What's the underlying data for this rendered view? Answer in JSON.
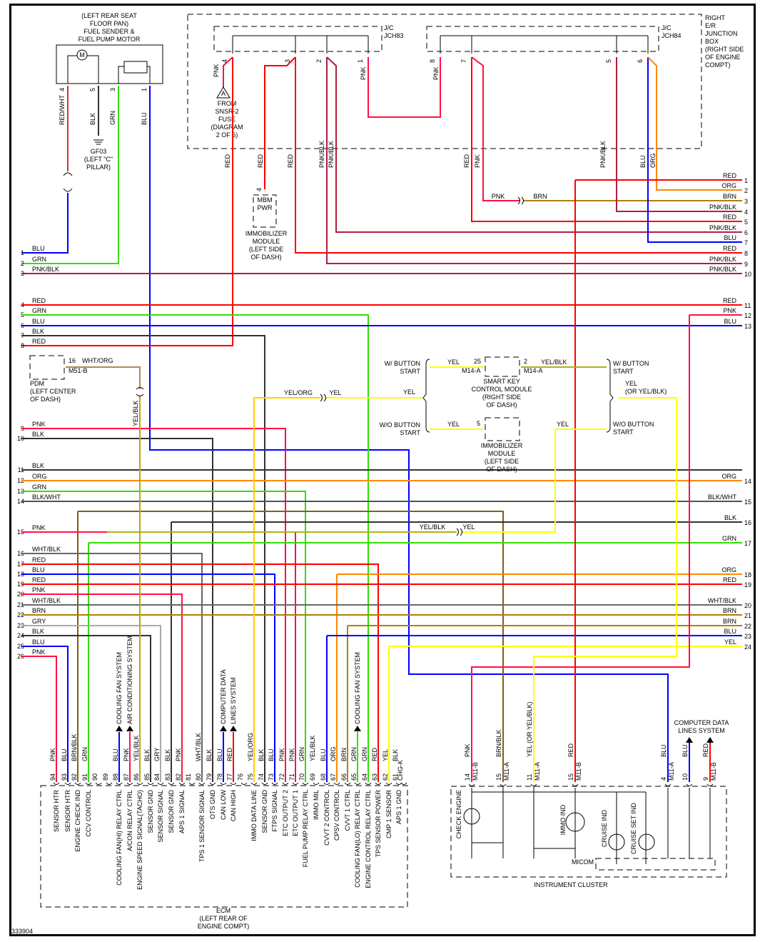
{
  "diagram_id": "333904",
  "colors": {
    "RED": "#ff0000",
    "PNK": "#ff1144",
    "BLU": "#0000ff",
    "GRN": "#33dd00",
    "BLK": "#333333",
    "ORG": "#ff8800",
    "BRN": "#b08000",
    "YEL": "#ffff00",
    "GRY": "#aaaaaa",
    "WHT": "#888888"
  },
  "components": {
    "fuel_pump": {
      "lines": [
        "(LEFT REAR SEAT",
        "FLOOR PAN)",
        "FUEL SENDER &",
        "FUEL PUMP MOTOR"
      ],
      "motor": "M"
    },
    "ground": {
      "lines": [
        "GF03",
        "(LEFT \"C\"",
        "PILLAR)"
      ]
    },
    "fuse_ref": {
      "symbol": "A",
      "lines": [
        "FROM",
        "SNSR-2",
        "FUSE",
        "(DIAGRAM",
        "2 OF 5)"
      ]
    },
    "jch83": {
      "lines": [
        "J/C",
        "JCH83"
      ]
    },
    "jch84": {
      "lines": [
        "J/C",
        "JCH84"
      ]
    },
    "junction_box": {
      "lines": [
        "RIGHT",
        "E/R",
        "JUNCTION",
        "BOX",
        "(RIGHT SIDE",
        "OF ENGINE",
        "COMPT)"
      ]
    },
    "mbm": {
      "pin": "4",
      "lines": [
        "MBM",
        "PWR"
      ],
      "caption": [
        "IMMOBILIZER",
        "MODULE",
        "(LEFT SIDE",
        "OF DASH)"
      ]
    },
    "pdm": {
      "pin": "16",
      "wire": "WHT/ORG",
      "conn": "M51-B",
      "caption": [
        "PDM",
        "(LEFT CENTER",
        "OF DASH)"
      ]
    },
    "smart_key": {
      "pin_in": "25",
      "pin_out": "2",
      "conn": "M14-A",
      "caption": [
        "SMART KEY",
        "CONTROL MODULE",
        "(RIGHT SIDE",
        "OF DASH)"
      ]
    },
    "immobilizer2": {
      "pin": "5",
      "caption": [
        "IMMOBILIZER",
        "MODULE",
        "(LEFT SIDE",
        "OF DASH)"
      ]
    },
    "option_left": {
      "with": [
        "W/ BUTTON",
        "START"
      ],
      "without": [
        "W/O BUTTON",
        "START"
      ],
      "wire": "YEL"
    },
    "option_right": {
      "with": [
        "W/ BUTTON",
        "START"
      ],
      "without": [
        "W/O BUTTON",
        "START"
      ],
      "wire": [
        "YEL",
        "(OR YEL/BLK)"
      ]
    },
    "ecm": {
      "caption": [
        "ECM",
        "(LEFT REAR OF",
        "ENGINE COMPT)"
      ]
    },
    "cluster": {
      "caption": "INSTRUMENT CLUSTER",
      "micom": "MICOM",
      "indicators": [
        "CHECK ENGINE",
        "IMMO IND",
        "CRUISE IND",
        "CRUISE SET IND"
      ]
    }
  },
  "upper_wires": [
    {
      "pin": "4",
      "color": "RED/WHT",
      "where": "fuel pump"
    },
    {
      "pin": "5",
      "color": "BLK",
      "where": "fuel pump"
    },
    {
      "pin": "3",
      "color": "GRN",
      "where": "fuel pump"
    },
    {
      "pin": "1",
      "color": "BLU",
      "where": "fuel pump"
    }
  ],
  "left_rows": [
    {
      "n": "1",
      "c": "BLU"
    },
    {
      "n": "2",
      "c": "GRN"
    },
    {
      "n": "3",
      "c": "PNK/BLK"
    },
    {
      "n": "4",
      "c": "RED"
    },
    {
      "n": "5",
      "c": "GRN"
    },
    {
      "n": "6",
      "c": "BLU"
    },
    {
      "n": "7",
      "c": "BLK"
    },
    {
      "n": "8",
      "c": "RED"
    },
    {
      "n": "9",
      "c": "PNK"
    },
    {
      "n": "10",
      "c": "BLK"
    },
    {
      "n": "11",
      "c": "BLK"
    },
    {
      "n": "12",
      "c": "ORG"
    },
    {
      "n": "13",
      "c": "GRN"
    },
    {
      "n": "14",
      "c": "BLK/WHT"
    },
    {
      "n": "15",
      "c": "PNK"
    },
    {
      "n": "16",
      "c": "WHT/BLK"
    },
    {
      "n": "17",
      "c": "RED"
    },
    {
      "n": "18",
      "c": "BLU"
    },
    {
      "n": "19",
      "c": "RED"
    },
    {
      "n": "20",
      "c": "PNK"
    },
    {
      "n": "21",
      "c": "WHT/BLK"
    },
    {
      "n": "22",
      "c": "BRN"
    },
    {
      "n": "23",
      "c": "GRY"
    },
    {
      "n": "24",
      "c": "BLK"
    },
    {
      "n": "25",
      "c": "BLU"
    },
    {
      "n": "26",
      "c": "PNK"
    }
  ],
  "right_rows": [
    {
      "n": "1",
      "c": "RED"
    },
    {
      "n": "2",
      "c": "ORG"
    },
    {
      "n": "3",
      "c": "BRN"
    },
    {
      "n": "4",
      "c": "PNK/BLK"
    },
    {
      "n": "5",
      "c": "RED"
    },
    {
      "n": "6",
      "c": "PNK/BLK"
    },
    {
      "n": "7",
      "c": "BLU"
    },
    {
      "n": "8",
      "c": "RED"
    },
    {
      "n": "9",
      "c": "PNK/BLK"
    },
    {
      "n": "10",
      "c": "PNK/BLK"
    },
    {
      "n": "11",
      "c": "RED"
    },
    {
      "n": "12",
      "c": "PNK"
    },
    {
      "n": "13",
      "c": "BLU"
    },
    {
      "n": "14",
      "c": "ORG"
    },
    {
      "n": "15",
      "c": "BLK/WHT"
    },
    {
      "n": "16",
      "c": "BLK"
    },
    {
      "n": "17",
      "c": "GRN"
    },
    {
      "n": "18",
      "c": "ORG"
    },
    {
      "n": "19",
      "c": "RED"
    },
    {
      "n": "20",
      "c": "WHT/BLK"
    },
    {
      "n": "21",
      "c": "BRN"
    },
    {
      "n": "22",
      "c": "BRN"
    },
    {
      "n": "23",
      "c": "BLU"
    },
    {
      "n": "24",
      "c": "YEL"
    }
  ],
  "jch83_pins": [
    {
      "pin": "4",
      "wire": "PNK"
    },
    {
      "pin": "3",
      "wire": "RED"
    },
    {
      "pin": "2",
      "wire": "PNK/BLK"
    },
    {
      "pin": "1",
      "wire": "PNK"
    }
  ],
  "jch84_pins": [
    {
      "pin": "8",
      "wire": "PNK"
    },
    {
      "pin": "7",
      "wire": "RED"
    },
    {
      "pin": "5",
      "wire": "PNK/BLK"
    },
    {
      "pin": "6",
      "wire": "BLU"
    }
  ],
  "vertical_labels": [
    "RED",
    "RED",
    "RED",
    "PNK/BLK",
    "PNK/BLK",
    "RED",
    "PNK",
    "PNK/BLK",
    "BLU",
    "ORG"
  ],
  "inline_labels": [
    {
      "a": "PNK",
      "b": "BRN"
    },
    {
      "a": "YEL/ORG",
      "b": "YEL"
    },
    {
      "a": "YEL/BLK",
      "b": "YEL"
    }
  ],
  "ecm_pins": [
    {
      "pin": "94",
      "wire": "PNK",
      "func": "SENSOR HTR"
    },
    {
      "pin": "93",
      "wire": "BLU",
      "func": "SENSOR HTR"
    },
    {
      "pin": "92",
      "wire": "BRN/BLK",
      "func": "ENGINE CHECK IND"
    },
    {
      "pin": "91",
      "wire": "GRN",
      "func": "CCV CONTROL"
    },
    {
      "pin": "90",
      "wire": "",
      "func": ""
    },
    {
      "pin": "89",
      "wire": "",
      "func": ""
    },
    {
      "pin": "88",
      "wire": "BLU",
      "func": "COOLING FAN(HI) RELAY CTRL",
      "arrow": "COOLING FAN SYSTEM"
    },
    {
      "pin": "87",
      "wire": "PNK",
      "func": "A/CON RELAY CTRL",
      "arrow": "AIR CONDITIONING SYSTEM"
    },
    {
      "pin": "86",
      "wire": "YEL/BLK",
      "func": "ENGINE SPEED SIGNAL(TACHO)"
    },
    {
      "pin": "85",
      "wire": "BLK",
      "func": "SENSOR GND"
    },
    {
      "pin": "84",
      "wire": "GRY",
      "func": "SENSOR SIGNAL"
    },
    {
      "pin": "83",
      "wire": "BLK",
      "func": "SENSOR GND"
    },
    {
      "pin": "82",
      "wire": "PNK",
      "func": "APS 1 SIGNAL"
    },
    {
      "pin": "81",
      "wire": "",
      "func": ""
    },
    {
      "pin": "80",
      "wire": "WHT/BLK",
      "func": "TPS 1 SENSOR SIGNAL"
    },
    {
      "pin": "79",
      "wire": "BLK",
      "func": "OTS GND"
    },
    {
      "pin": "78",
      "wire": "BLU",
      "func": "CAN LOW",
      "arrow": "COMPUTER DATA"
    },
    {
      "pin": "77",
      "wire": "RED",
      "func": "CAN HIGH",
      "arrow": "LINES SYSTEM"
    },
    {
      "pin": "76",
      "wire": "",
      "func": ""
    },
    {
      "pin": "75",
      "wire": "YEL/ORG",
      "func": "IMMO DATA LINE"
    },
    {
      "pin": "74",
      "wire": "BLK",
      "func": "SENSOR GND"
    },
    {
      "pin": "73",
      "wire": "BLU",
      "func": "FTPS SIGNAL"
    },
    {
      "pin": "72",
      "wire": "PNK",
      "func": "ETC OUTPUT 2"
    },
    {
      "pin": "71",
      "wire": "PNK",
      "func": "ETC OUTPUT 1"
    },
    {
      "pin": "70",
      "wire": "GRN",
      "func": "FUEL PUMP RELAY CTRL"
    },
    {
      "pin": "69",
      "wire": "YEL/BLK",
      "func": "IMMO MIL"
    },
    {
      "pin": "68",
      "wire": "BLU",
      "func": "CVVT 2 CONTROL"
    },
    {
      "pin": "67",
      "wire": "ORG",
      "func": "CPSV CONTROL"
    },
    {
      "pin": "66",
      "wire": "BRN",
      "func": "CVVT 1 CTRL"
    },
    {
      "pin": "65",
      "wire": "GRN",
      "func": "COOLING FAN(LO) RELAY CTRL",
      "arrow": "COOLING FAN SYSTEM"
    },
    {
      "pin": "64",
      "wire": "GRN",
      "func": "ENGINE CONTROL RELAY CTRL"
    },
    {
      "pin": "63",
      "wire": "RED",
      "func": "TPS SENSOR POWER"
    },
    {
      "pin": "62",
      "wire": "YEL",
      "func": "CMP 1 SENSOR"
    },
    {
      "pin": "61",
      "wire": "BLK",
      "func": "APS 1 GND"
    },
    {
      "pin": "CHG-K",
      "wire": "",
      "func": ""
    }
  ],
  "cluster_pins": [
    {
      "pin": "14",
      "conn": "M11-B",
      "wire": "PNK"
    },
    {
      "pin": "15",
      "conn": "M11-A",
      "wire": "BRN/BLK"
    },
    {
      "pin": "11",
      "conn": "M11-A",
      "wire": "YEL (OR YEL/BLK)"
    },
    {
      "pin": "15",
      "conn": "M11-B",
      "wire": "RED"
    },
    {
      "pin": "4",
      "conn": "M11-A",
      "wire": "BLU"
    },
    {
      "pin": "10",
      "conn": "",
      "wire": "BLU"
    },
    {
      "pin": "9",
      "conn": "M11-B",
      "wire": "RED"
    }
  ],
  "cluster_arrow": [
    "COMPUTER DATA",
    "LINES SYSTEM"
  ]
}
